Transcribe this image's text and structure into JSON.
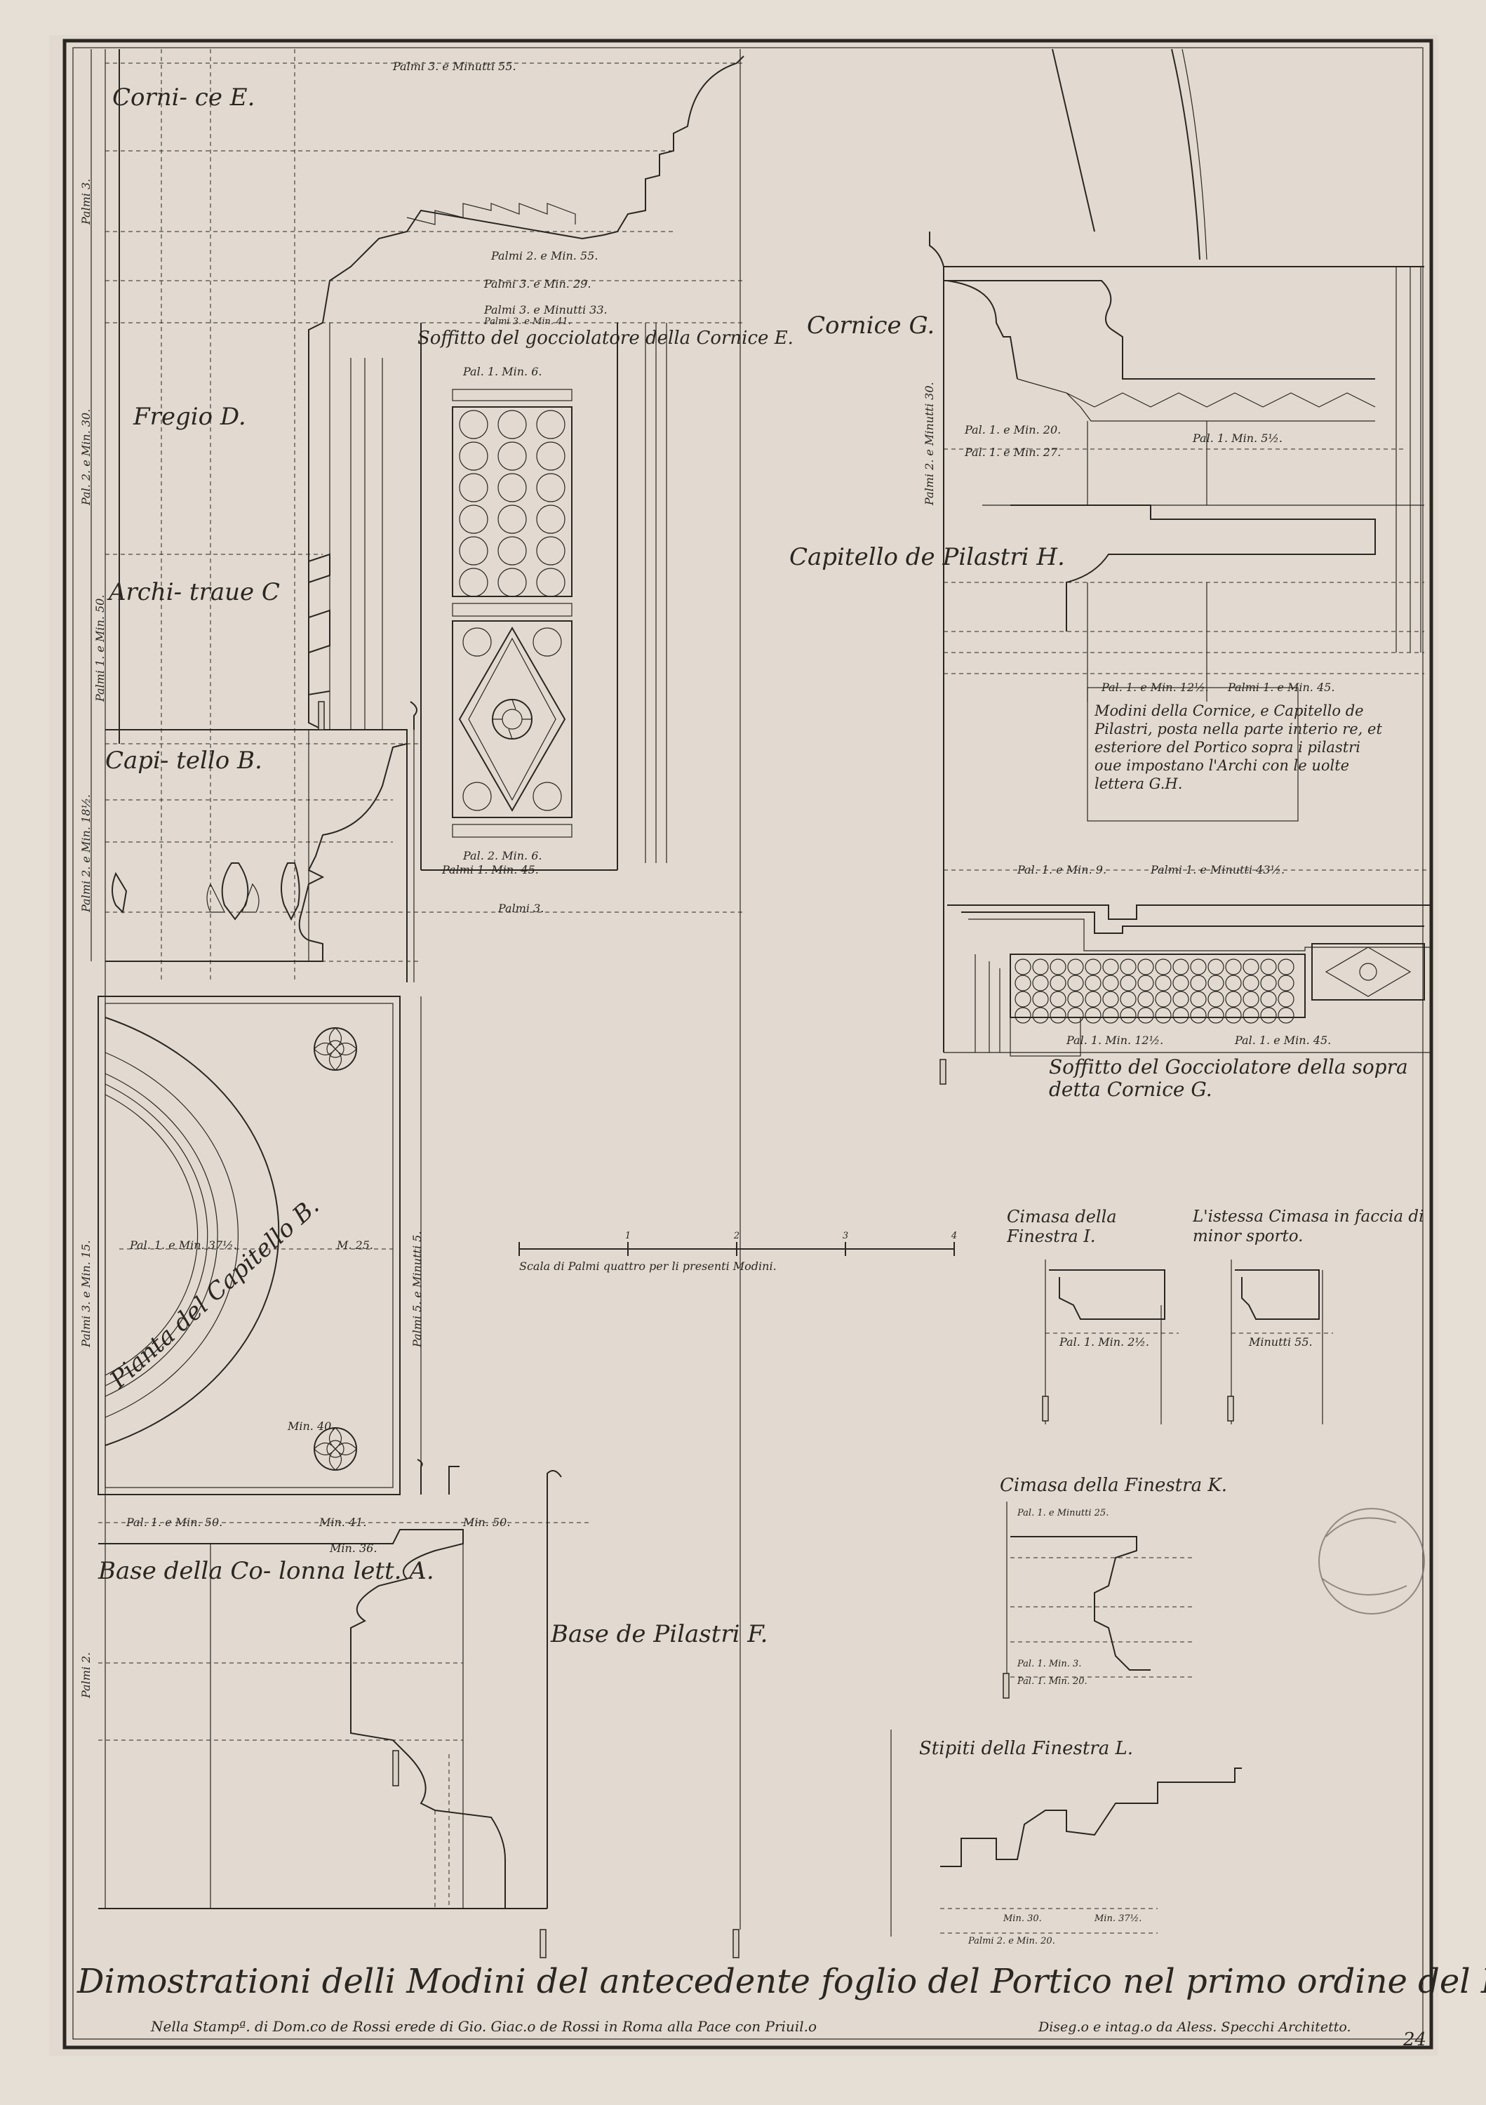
{
  "labels": {
    "cornice_e": "Corni- ce E.",
    "fregio_d": "Fregio D.",
    "architrave_c": "Archi- traue C",
    "capitello_b": "Capi- tello B.",
    "pianta": "Pianta del Capitello B.",
    "base_colonna": "Base della Co- lonna lett. A.",
    "base_pilastri": "Base de Pilastri F.",
    "soffitto_e": "Soffitto del gocciolatore della Cornice E.",
    "cornice_g": "Cornice G.",
    "capitello_h": "Capitello de Pilastri H.",
    "modini_note": "Modini della Cornice, e Capitello de Pilastri, posta nella parte interio re, et esteriore del Portico sopra i pilastri oue impostano l'Archi con le uolte lettera G.H.",
    "soffitto_g": "Soffitto del Gocciolatore della sopra detta Cornice G.",
    "scala": "Scala di Palmi quattro per li presenti Modini.",
    "cimasa_i": "Cimasa della Finestra I.",
    "istessa": "L'istessa Cimasa in faccia di minor sporto.",
    "cimasa_k": "Cimasa della Finestra K.",
    "stipiti_l": "Stipiti della Finestra L."
  },
  "dimensions": {
    "top_width": "Palmi 3. e Minutti 55.",
    "palmi3_side": "Palmi 3.",
    "pal2_min30": "Pal. 2. e Min. 30.",
    "palmi1_min50": "Palmi 1. e Min. 50.",
    "palmi2_min18": "Palmi 2. e Min. 18½.",
    "palmi3_min15": "Palmi 3. e Min. 15.",
    "palmi2_base": "Palmi 2.",
    "palmi_5_min": "Palmi 5. e Minutti 5.",
    "palmi3_bottom": "Palmi 3.",
    "pal1_min37": "Pal. 1. e Min. 37½.",
    "m25": "M. 25.",
    "min40": "Min. 40.",
    "pal1_min50": "Pal. 1. e Min. 50.",
    "min41": "Min. 41.",
    "min50": "Min. 50.",
    "min36": "Min. 36.",
    "palmi2_min55": "Palmi 2. e Min. 55.",
    "palmi3_min29": "Palmi 3. e Min. 29.",
    "palmi3_min33": "Palmi 3. e Minutti 33.",
    "palmi3_min41": "Palmi 3. e Min. 41.",
    "pal1_min6": "Pal. 1. Min. 6.",
    "pal1_min45": "Palmi 1. Min. 45.",
    "pal2_min6": "Pal. 2. Min. 6.",
    "pal2_min30_g": "Palmi 2. e Minutti 30.",
    "pal1_min20": "Pal. 1. e Min. 20.",
    "pal1_min27": "Pal. 1. e Min. 27.",
    "pal1_min5": "Pal. 1. Min. 5½.",
    "pal1_min12": "Pal. 1. e Min. 12½.",
    "palmi1_min45": "Palmi 1. e Min. 45.",
    "pal1_min9": "Pal. 1. e Min. 9.",
    "palmi1_min43": "Palmi 1. e Minutti 43½.",
    "pal1_min12b": "Pal. 1. Min. 12½.",
    "pal1_min45b": "Pal. 1. e Min. 45.",
    "pal_min2": "Pal. 1. Min. 2½.",
    "minutti55": "Minutti 55.",
    "pal1_minutti25": "Pal. 1. e Minutti 25.",
    "pal1_min3": "Pal. 1. Min. 3.",
    "pal1_min20k": "Pal. 1. Min. 20.",
    "min30": "Min. 30.",
    "min37": "Min. 37½.",
    "palmi2_min20": "Palmi 2. e Min. 20.",
    "scale_ticks": [
      "1",
      "2",
      "3",
      "4"
    ]
  },
  "footer": {
    "title": "Dimostrationi delli Modini del antecedente foglio del Portico nel primo ordine del Palazzo Farnese",
    "left": "Nella Stampª. di Dom.co de Rossi erede di Gio. Giac.o de Rossi in Roma alla Pace con Priuil.o",
    "right": "Diseg.o e intag.o da Aless. Specchi Architetto.",
    "page": "24"
  }
}
